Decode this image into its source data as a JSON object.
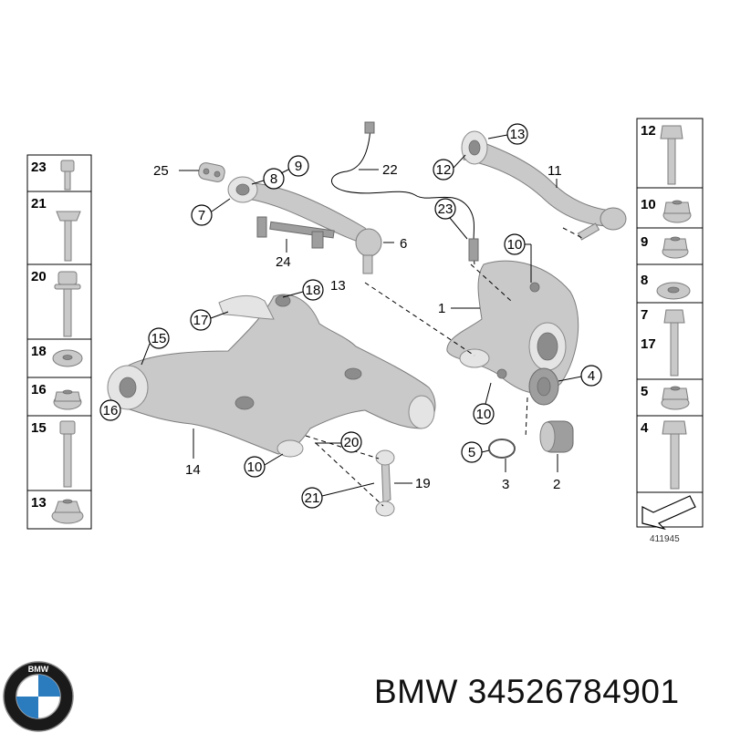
{
  "diagram": {
    "callouts": {
      "c25": "25",
      "c8": "8",
      "c9": "9",
      "c22": "22",
      "c7": "7",
      "c24": "24",
      "c6": "6",
      "c18": "18",
      "c13a": "13",
      "c17": "17",
      "c15": "15",
      "c16": "16",
      "c14": "14",
      "c10a": "10",
      "c20": "20",
      "c21": "21",
      "c19": "19",
      "c13b": "13",
      "c12": "12",
      "c11": "11",
      "c23": "23",
      "c10b": "10",
      "c1": "1",
      "c4": "4",
      "c10c": "10",
      "c5": "5",
      "c3": "3",
      "c2": "2"
    },
    "left_column": [
      "23",
      "21",
      "20",
      "18",
      "16",
      "15",
      "13"
    ],
    "right_column": [
      "12",
      "10",
      "9",
      "8",
      "7",
      "17",
      "5",
      "4"
    ],
    "drawing_number": "411945"
  },
  "footer": {
    "brand": "BMW",
    "part_number": "34526784901",
    "logo_letters": "BMW"
  }
}
